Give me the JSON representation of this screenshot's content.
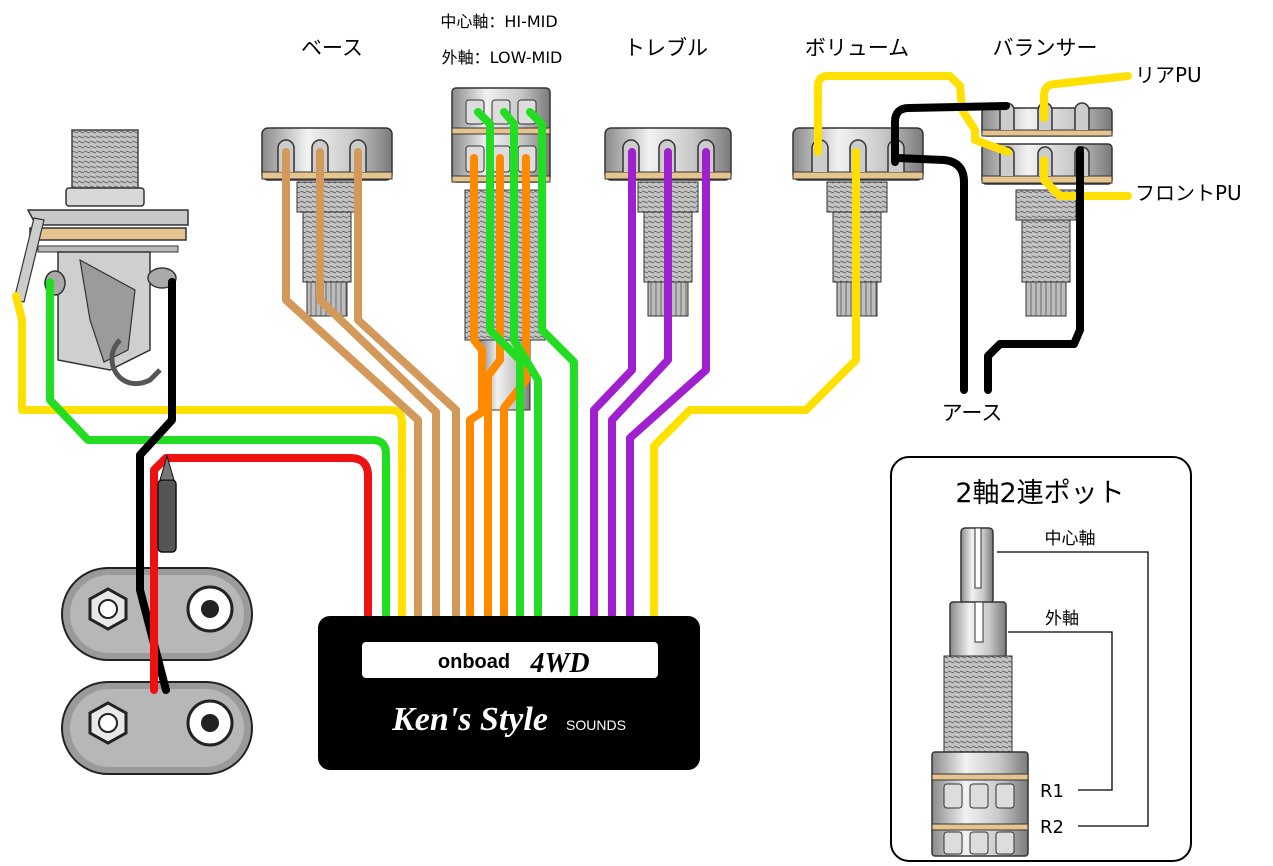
{
  "labels": {
    "bass": "ベース",
    "center_shaft": "中心軸：HI-MID",
    "outer_shaft": "外軸：LOW-MID",
    "treble": "トレブル",
    "volume": "ボリューム",
    "balancer": "バランサー",
    "rear_pu": "リアPU",
    "front_pu": "フロントPU",
    "ground": "アース"
  },
  "preamp": {
    "name": "onboad",
    "model": "4WD",
    "brand": "Ken's Style",
    "brand_suffix": "SOUNDS"
  },
  "inset": {
    "title": "2軸2連ポット",
    "center_shaft": "中心軸",
    "outer_shaft": "外軸",
    "r1": "R1",
    "r2": "R2"
  },
  "colors": {
    "bass_wire": "#d2995a",
    "mid_orange_wire": "#ff8a00",
    "mid_green_wire": "#22dd22",
    "treble_wire": "#a020d0",
    "yellow_wire": "#ffe000",
    "black_wire": "#000000",
    "red_wire": "#ee1111"
  }
}
